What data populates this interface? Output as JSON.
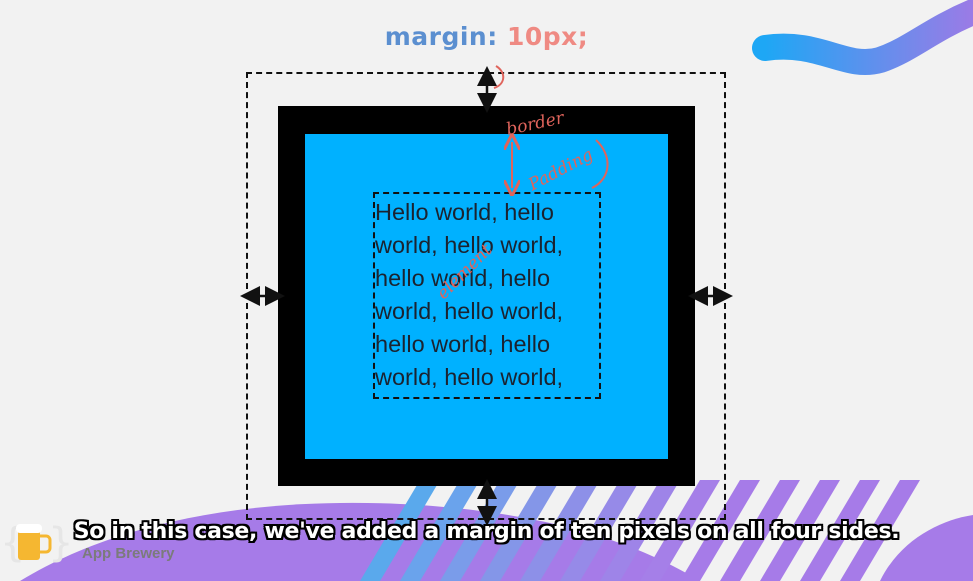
{
  "title": {
    "property": "margin:",
    "value": "10px;"
  },
  "diagram": {
    "content_lines": [
      "Hello world, hello",
      "world, hello world,",
      "hello world, hello",
      "world, hello world,",
      "hello world, hello",
      "world, hello world,"
    ],
    "annotations": {
      "border": "border",
      "padding": "Padding",
      "element": "element"
    }
  },
  "subtitle": "So in this case, we've added a margin of ten pixels on all four sides.",
  "logo": {
    "text": "App Brewery"
  },
  "colors": {
    "background": "#f2f2f2",
    "padding_fill": "#00b1ff",
    "border_fill": "#000000",
    "title_property": "#5b8fd0",
    "title_value": "#ef8a83",
    "annotation": "#e0645c",
    "swoosh_start": "#1ea7f5",
    "swoosh_end": "#9b7be6",
    "bottom_blob": "#a67be8"
  }
}
